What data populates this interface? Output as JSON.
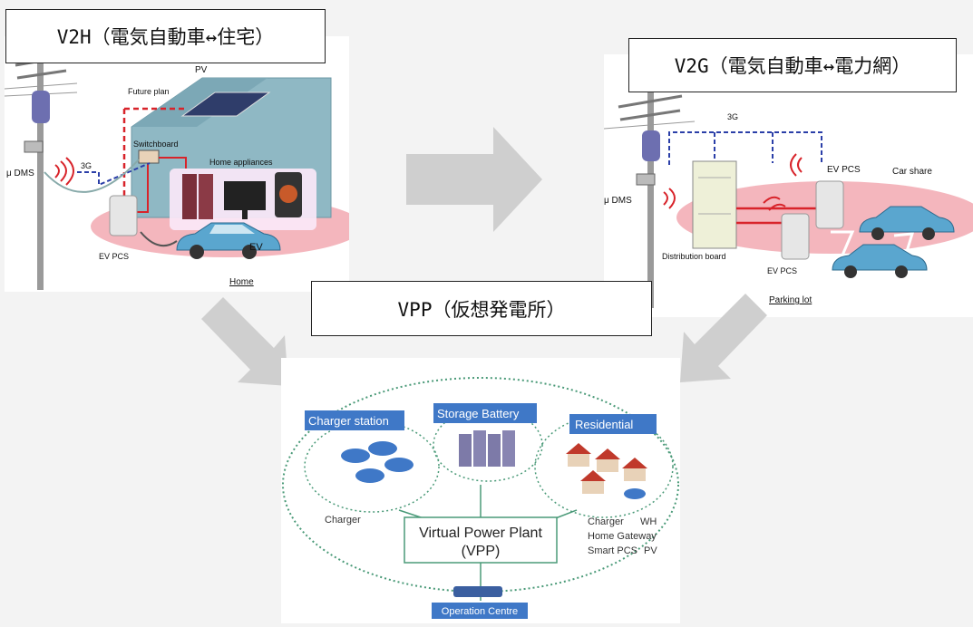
{
  "v2h": {
    "title": "V2H（電気自動車↔住宅）",
    "labels": {
      "pv": "PV",
      "future_plan": "Future plan",
      "switchboard": "Switchboard",
      "home_appliances": "Home appliances",
      "mu_dms": "μ DMS",
      "three_g": "3G",
      "ev_pcs": "EV PCS",
      "ev": "EV",
      "home": "Home"
    }
  },
  "v2g": {
    "title": "V2G（電気自動車↔電力網）",
    "labels": {
      "three_g": "3G",
      "ev_pcs_top": "EV PCS",
      "car_share": "Car share",
      "mu_dms": "μ DMS",
      "distribution_board": "Distribution board",
      "ev_pcs_bottom": "EV PCS",
      "parking_lot": "Parking lot"
    }
  },
  "vpp": {
    "title": "VPP（仮想発電所）",
    "labels": {
      "charger_station": "Charger station",
      "storage_battery": "Storage Battery",
      "residential": "Residential",
      "charger_left": "Charger",
      "vpp_center_line1": "Virtual Power Plant",
      "vpp_center_line2": "(VPP)",
      "charger_right": "Charger",
      "wh": "WH",
      "home_gateway": "Home Gateway",
      "smart_pcs": "Smart PCS",
      "pv": "PV",
      "operation_centre": "Operation Centre"
    }
  },
  "colors": {
    "arrow_gray": "#cfcfcf",
    "pink_ground": "#f4b6bd",
    "house_blue": "#8fb8c4",
    "label_blue": "#3f78c7",
    "car_blue": "#5aa6cf",
    "dashed_red": "#d8232a",
    "dashed_blue": "#2b3fa8",
    "dotted_green": "#4a9a78"
  }
}
